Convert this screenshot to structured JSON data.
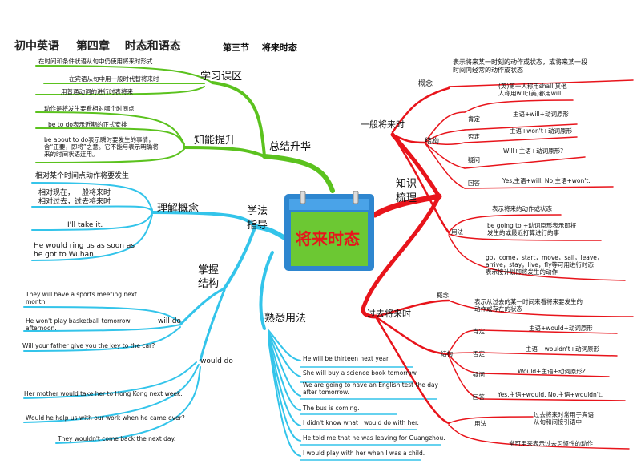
{
  "header": {
    "grade": "初中英语",
    "chapter": "第四章",
    "topic": "时态和语态",
    "section": "第三节",
    "section_title": "将来时态"
  },
  "center": {
    "title": "将来时态"
  },
  "colors": {
    "green": "#5bc21e",
    "cyan": "#33c4ea",
    "red": "#e8141b",
    "center_fill": "#6cc833",
    "center_text": "#e8141b",
    "calendar": "#2e86cf"
  },
  "left": {
    "summary": {
      "label": "总结升华",
      "mistakes": {
        "label": "学习误区",
        "items": [
          "在时间和条件状语从句中仍使用将来时形式",
          "在宾语从句中用一般时代替将来时",
          "用普通动词的进行时表将来"
        ]
      },
      "improve": {
        "label": "知能提升",
        "items": [
          "动作是将发生要看相对哪个时间点",
          "be to do表示近期的正式安排",
          "be about to do表示瞬时要发生的事情，含“正要，即将”之意。它不能与表示明确将来的时间状语连用。"
        ]
      }
    },
    "method": {
      "label_1": "学法",
      "label_2": "指导",
      "understand": {
        "label": "理解概念",
        "items": [
          "相对某个时间点动作将要发生",
          "相对现在，一般将来时\n相对过去，过去将来时",
          "I'll take it.",
          "He would ring us as soon as\nhe got to Wuhan."
        ]
      },
      "structure": {
        "label_1": "掌握",
        "label_2": "结构",
        "will_do": {
          "label": "will do",
          "items": [
            "They will have a sports meeting next\nmonth.",
            "He won't play basketball tomorrow\nafternoon.",
            "Will your father give you the key to the car?"
          ]
        },
        "would_do": {
          "label": "would do",
          "items": [
            "Her mother would take her to Hong Kong next week.",
            "Would he help us with our work when he came over?",
            "They wouldn't come back the next day."
          ]
        }
      },
      "usage": {
        "label": "熟悉用法",
        "items": [
          "He will be thirteen next year.",
          "She will buy a science book tomorrow.",
          "We are going to have an English test the day\nafter tomorrow.",
          "The bus is coming.",
          "I didn't know what I would do with her.",
          "He told me that he was leaving for Guangzhou.",
          "I would play with her when I was a child."
        ]
      }
    }
  },
  "right": {
    "knowledge": {
      "label_1": "知识",
      "label_2": "梳理"
    },
    "simple_future": {
      "label": "一般将来时",
      "concept": {
        "label": "概念",
        "text": "表示将来某一时刻的动作或状态，或将来某一段\n时间内经常的动作或状态"
      },
      "structure": {
        "label": "结构",
        "note": "(英)第一人称用shall,其他\n人称用will;(美)都用will",
        "affirmative": {
          "label": "肯定",
          "text": "主语+will+动词原形"
        },
        "negative": {
          "label": "否定",
          "text": "主语+won't+动词原形"
        },
        "question": {
          "label": "疑问",
          "text": "Will+主语+动词原形?"
        },
        "answer": {
          "label": "回答",
          "text": "Yes,主语+will. No,主语+won't."
        }
      },
      "usage": {
        "label": "用法",
        "items": [
          "表示将来的动作或状态",
          "be going to +动词原形表示即将\n发生的或最近打算进行的事",
          "go，come，start，move，sail，leave，\narrive，stay，live，fly等可用进行时态\n表示按计划即将发生的动作"
        ]
      }
    },
    "past_future": {
      "label": "过去将来时",
      "concept": {
        "label": "概念",
        "text": "表示从过去的某一时间来看将来要发生的\n动作或存在的状态"
      },
      "structure": {
        "label": "结构",
        "affirmative": {
          "label": "肯定",
          "text": "主语+would+动词原形"
        },
        "negative": {
          "label": "否定",
          "text": "主语 +wouldn't+动词原形"
        },
        "question": {
          "label": "疑问",
          "text": "Would+主语+动词原形?"
        },
        "answer": {
          "label": "回答",
          "text": "Yes,主语+would. No,主语+wouldn't."
        }
      },
      "usage": {
        "label": "用法",
        "items": [
          "过去将来时常用于宾语\n从句和间接引语中",
          "常可用来表示过去习惯性的动作"
        ]
      }
    }
  }
}
